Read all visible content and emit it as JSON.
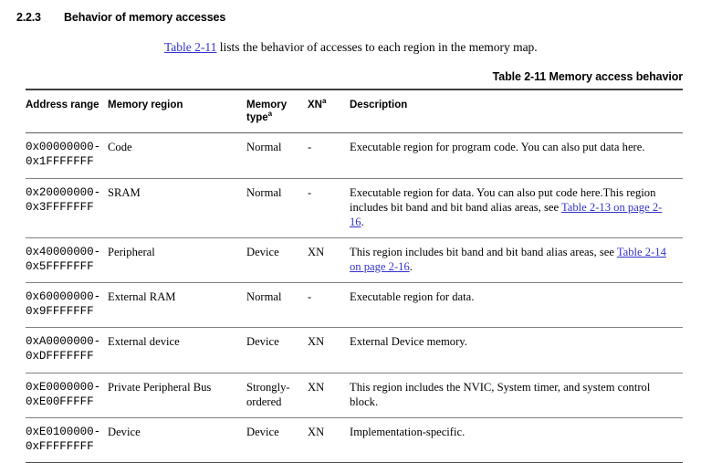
{
  "section": {
    "number": "2.2.3",
    "title": "Behavior of memory accesses"
  },
  "intro": {
    "link_text": "Table 2-11",
    "rest": " lists the behavior of accesses to each region in the memory map."
  },
  "table": {
    "caption": "Table 2-11 Memory access behavior",
    "columns": [
      {
        "label": "Address range"
      },
      {
        "label": "Memory region"
      },
      {
        "label": "Memory type",
        "footnote": "a"
      },
      {
        "label": "XN",
        "footnote": "a"
      },
      {
        "label": "Description"
      }
    ],
    "rows": [
      {
        "address_start": "0x00000000-",
        "address_end": "0x1FFFFFFF",
        "region": "Code",
        "type": "Normal",
        "xn": "-",
        "description_pre": "Executable region for program code. You can also put data here.",
        "description_link": "",
        "description_post": ""
      },
      {
        "address_start": "0x20000000-",
        "address_end": "0x3FFFFFFF",
        "region": "SRAM",
        "type": "Normal",
        "xn": "-",
        "description_pre": "Executable region for data. You can also put code here.This region includes bit band and bit band alias areas, see ",
        "description_link": "Table 2-13 on page 2-16",
        "description_post": "."
      },
      {
        "address_start": "0x40000000-",
        "address_end": "0x5FFFFFFF",
        "region": "Peripheral",
        "type": "Device",
        "xn": "XN",
        "description_pre": "This region includes bit band and bit band alias areas, see ",
        "description_link": "Table 2-14 on page 2-16",
        "description_post": "."
      },
      {
        "address_start": "0x60000000-",
        "address_end": "0x9FFFFFFF",
        "region": "External RAM",
        "type": "Normal",
        "xn": "-",
        "description_pre": "Executable region for data.",
        "description_link": "",
        "description_post": ""
      },
      {
        "address_start": "0xA0000000-",
        "address_end": "0xDFFFFFFF",
        "region": "External device",
        "type": "Device",
        "xn": "XN",
        "description_pre": "External Device memory.",
        "description_link": "",
        "description_post": ""
      },
      {
        "address_start": "0xE0000000-",
        "address_end": "0xE00FFFFF",
        "region": "Private Peripheral Bus",
        "type": "Strongly-ordered",
        "xn": "XN",
        "description_pre": "This region includes the NVIC, System timer, and system control block.",
        "description_link": "",
        "description_post": ""
      },
      {
        "address_start": "0xE0100000-",
        "address_end": "0xFFFFFFFF",
        "region": "Device",
        "type": "Device",
        "xn": "XN",
        "description_pre": "Implementation-specific.",
        "description_link": "",
        "description_post": ""
      }
    ]
  },
  "colors": {
    "link": "#3333cc",
    "text": "#000000",
    "rule": "#808080"
  }
}
